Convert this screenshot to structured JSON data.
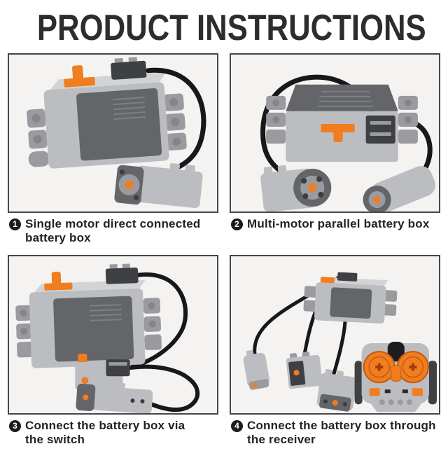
{
  "title": "PRODUCT INSTRUCTIONS",
  "panels": [
    {
      "number": "1",
      "caption": "Single motor direct connected battery box",
      "caption_line1": "Single motor direct connected",
      "caption_line2": "battery box",
      "scene": "battery-box-with-single-motor"
    },
    {
      "number": "2",
      "caption": "Multi-motor parallel battery box",
      "caption_line1": "Multi-motor parallel battery box",
      "caption_line2": "",
      "scene": "battery-box-with-two-motors"
    },
    {
      "number": "3",
      "caption": "Connect the battery box via the switch",
      "caption_line1": "Connect the battery box via",
      "caption_line2": "the switch",
      "scene": "battery-box-switch-and-motor"
    },
    {
      "number": "4",
      "caption": "Connect the battery box through the receiver",
      "caption_line1": "Connect the battery box through",
      "caption_line2": "the receiver",
      "scene": "battery-box-receiver-motors-and-remote"
    }
  ],
  "colors": {
    "page_bg": "#ffffff",
    "title_text": "#2d2d2f",
    "caption_text": "#222325",
    "badge_bg": "#1b1b1d",
    "badge_text": "#ffffff",
    "panel_bg": "#f4f3f1",
    "panel_border": "#47474a",
    "lego_light": "#bcbdc0",
    "lego_lighter": "#d2d3d5",
    "lego_mid": "#9a9b9e",
    "lego_dark": "#646569",
    "lego_darker": "#3f4043",
    "orange": "#f07d1e",
    "orange_dark": "#c45a10",
    "cable": "#18181a"
  }
}
